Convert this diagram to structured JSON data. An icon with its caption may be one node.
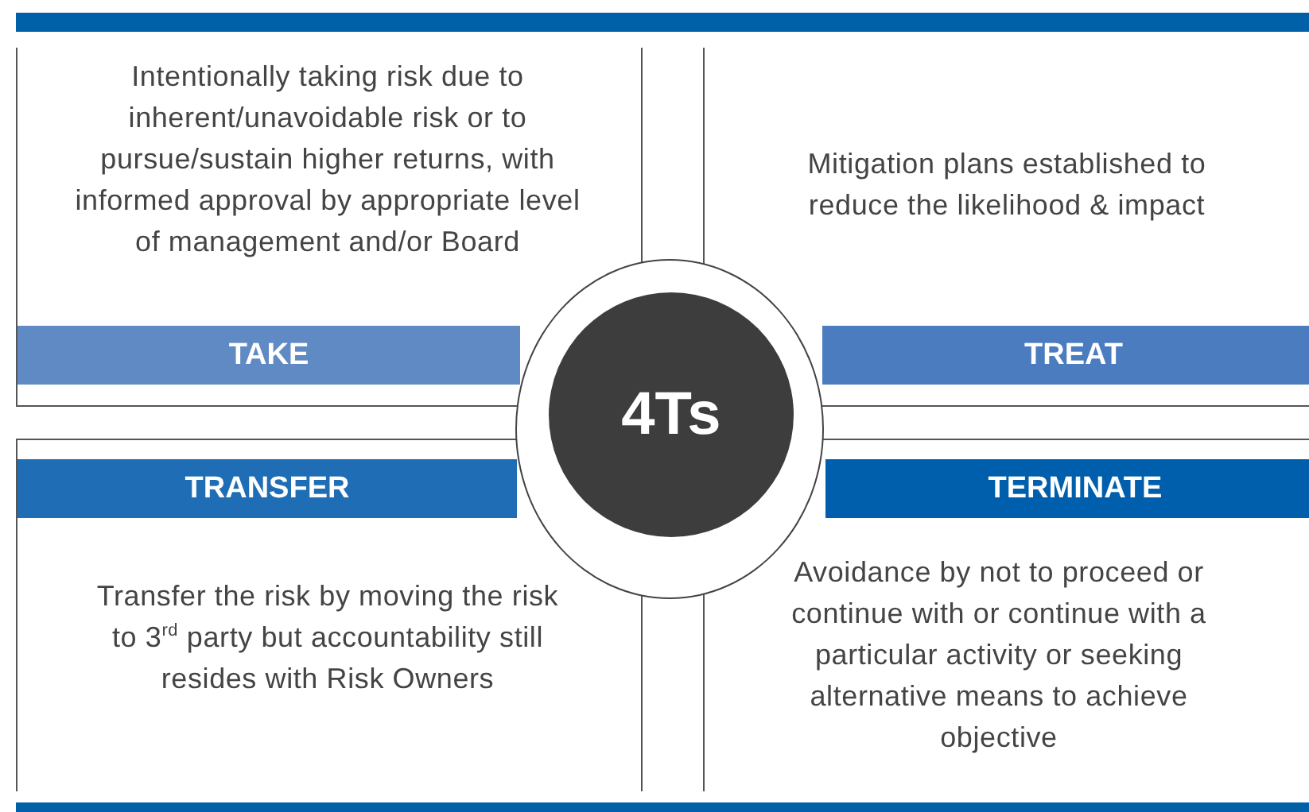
{
  "diagram": {
    "nodes": [
      {
        "text": [
          "Intentionally taking risk due to inherent/unavoidable risk or to pursue/sustain higher returns, with informed approval by appropriate level of management and/or Board"
        ]
      },
      {
        "text": [
          "TAKE"
        ],
        "in": 0
      },
      {
        "text": [
          "Mitigation plans established to reduce the likelihood & impact"
        ]
      },
      {
        "text": [
          "TREAT"
        ],
        "in": 2
      },
      {
        "text": [
          "4Ts"
        ]
      },
      {
        "text": [
          "Transfer the risk by moving the risk to 3$^{rd}$ party but accountability still resides with Risk Owners"
        ]
      },
      {
        "text": [
          "TRANSFER"
        ],
        "in": 5
      },
      {
        "text": [
          "Avoidance by not to proceed or continue with or continue with a particular activity or seeking alternative means to achieve objective"
        ]
      },
      {
        "text": [
          "TERMINATE"
        ],
        "in": 7
      }
    ],
    "edges": []
  }
}
